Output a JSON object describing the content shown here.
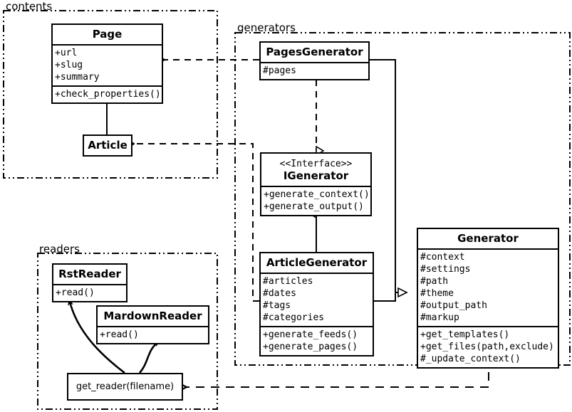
{
  "diagram": {
    "title": "Pelican architecture class diagram",
    "type": "uml-class-diagram",
    "stroke_color": "#000000",
    "background_color": "#ffffff"
  },
  "packages": [
    {
      "id": "contents",
      "label": "contents"
    },
    {
      "id": "generators",
      "label": "generators"
    },
    {
      "id": "readers",
      "label": "readers"
    }
  ],
  "classes": {
    "page": {
      "name": "Page",
      "attributes": [
        "+url",
        "+slug",
        "+summary"
      ],
      "operations": [
        "+check_properties()"
      ]
    },
    "article": {
      "name": "Article",
      "attributes": [],
      "operations": []
    },
    "pages_generator": {
      "name": "PagesGenerator",
      "attributes": [
        "#pages"
      ],
      "operations": []
    },
    "igenerator": {
      "stereotype": "<<Interface>>",
      "name": "IGenerator",
      "attributes": [],
      "operations": [
        "+generate_context()",
        "+generate_output()"
      ]
    },
    "article_generator": {
      "name": "ArticleGenerator",
      "attributes": [
        "#articles",
        "#dates",
        "#tags",
        "#categories"
      ],
      "operations": [
        "+generate_feeds()",
        "+generate_pages()"
      ]
    },
    "generator": {
      "name": "Generator",
      "attributes": [
        "#context",
        "#settings",
        "#path",
        "#theme",
        "#output_path",
        "#markup"
      ],
      "operations": [
        "+get_templates()",
        "+get_files(path,exclude)",
        "#_update_context()"
      ]
    },
    "rst_reader": {
      "name": "RstReader",
      "attributes": [],
      "operations": [
        "+read()"
      ]
    },
    "mardown_reader": {
      "name": "MardownReader",
      "attributes": [],
      "operations": [
        "+read()"
      ]
    }
  },
  "functions": {
    "get_reader": {
      "label": "get_reader(filename)"
    }
  },
  "relations": [
    {
      "id": "article-inherits-page",
      "type": "generalization",
      "from": "Article",
      "to": "Page"
    },
    {
      "id": "pagesgenerator-realizes-igenerator",
      "type": "realization",
      "from": "PagesGenerator",
      "to": "IGenerator"
    },
    {
      "id": "articlegenerator-realizes-igenerator",
      "type": "realization",
      "from": "ArticleGenerator",
      "to": "IGenerator"
    },
    {
      "id": "pagesgenerator-inherits-generator",
      "type": "generalization",
      "from": "PagesGenerator",
      "to": "Generator"
    },
    {
      "id": "articlegenerator-inherits-generator",
      "type": "generalization",
      "from": "ArticleGenerator",
      "to": "Generator"
    },
    {
      "id": "pagesgenerator-depends-page",
      "type": "dependency",
      "from": "PagesGenerator",
      "to": "Page"
    },
    {
      "id": "articlegenerator-depends-article",
      "type": "dependency",
      "from": "ArticleGenerator",
      "to": "Article"
    },
    {
      "id": "generator-depends-get-reader",
      "type": "dependency",
      "from": "Generator",
      "to": "get_reader(filename)"
    },
    {
      "id": "get-reader-returns-rstreader",
      "type": "association",
      "from": "get_reader(filename)",
      "to": "RstReader"
    },
    {
      "id": "get-reader-returns-mardownreader",
      "type": "association",
      "from": "get_reader(filename)",
      "to": "MardownReader"
    }
  ]
}
